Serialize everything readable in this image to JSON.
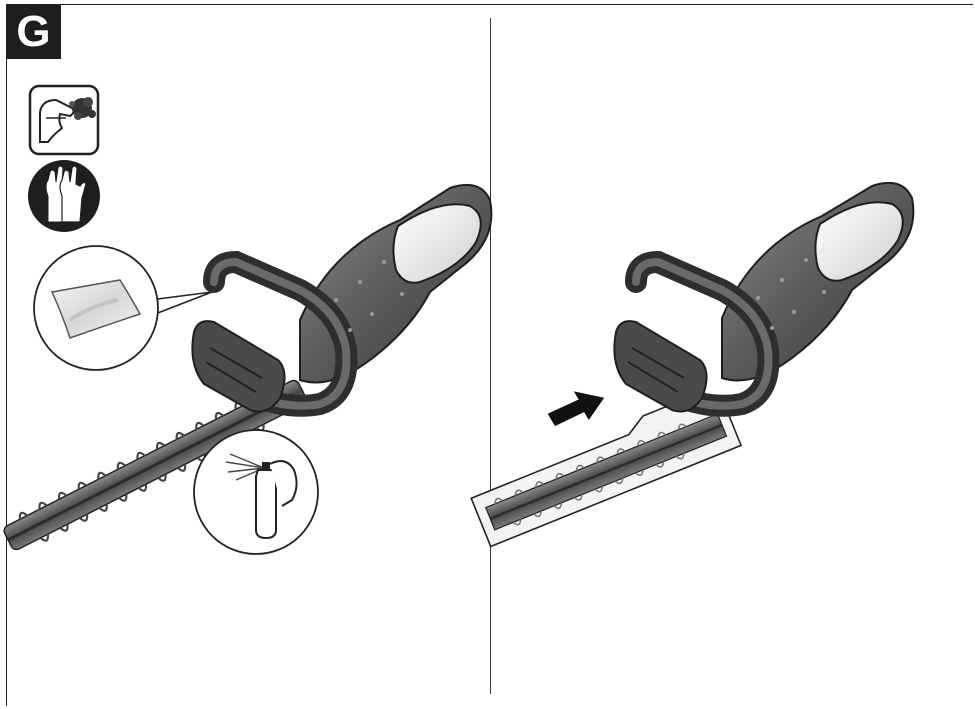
{
  "figure": {
    "label": "G",
    "panels": [
      {
        "id": "left",
        "icons": [
          "hand-dirt-icon",
          "gloves-icon",
          "cloth-icon",
          "spray-can-icon"
        ],
        "subject": "hedge-trimmer"
      },
      {
        "id": "right",
        "icons": [
          "arrow-right-icon"
        ],
        "subject": "hedge-trimmer-with-blade-guard"
      }
    ]
  },
  "colors": {
    "body": "#5a5a5a",
    "body_dark": "#3b3b3b",
    "handle_light": "#e2e2e2",
    "blade": "#6f6f6f",
    "line": "#1e1e1e"
  }
}
